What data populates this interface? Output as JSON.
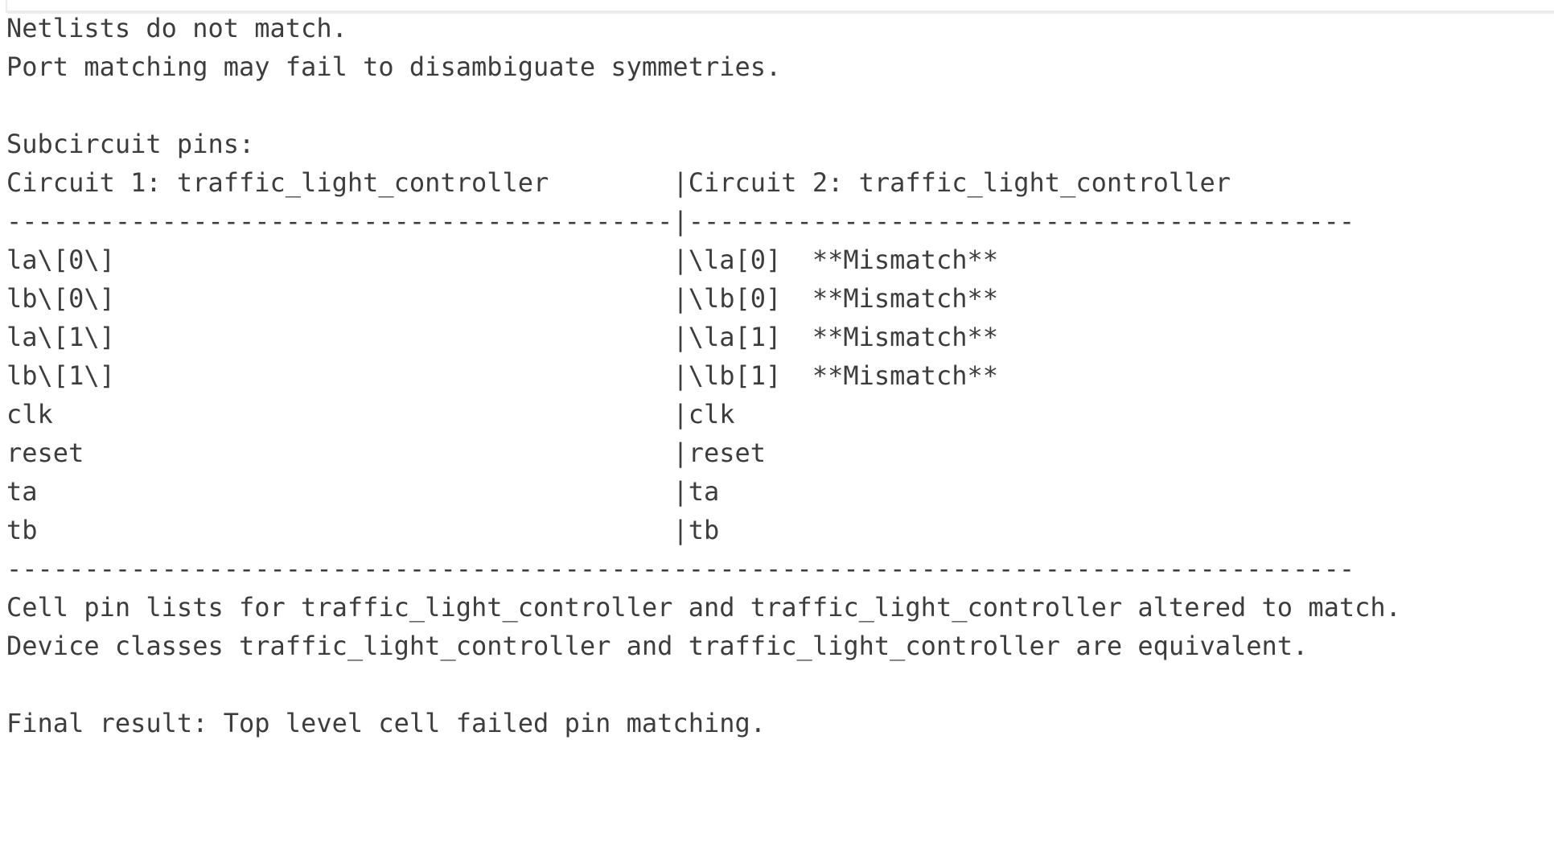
{
  "page": {
    "background_color": "#ffffff",
    "text_color": "#3d3d3d",
    "corner_line_color": "#ebebeb"
  },
  "report": {
    "summary_lines": [
      "Netlists do not match.",
      "Port matching may fail to disambiguate symmetries."
    ],
    "section_title": "Subcircuit pins:",
    "table": {
      "circuit1_header": "Circuit 1: traffic_light_controller",
      "circuit2_header": "Circuit 2: traffic_light_controller",
      "left_column_width": 43,
      "divider_char": "|",
      "separator_char": "-",
      "separator_left_count": 43,
      "separator_right_count": 43,
      "full_rule_count": 87,
      "status_gap_spaces": 2,
      "pin_rows": [
        {
          "circuit1": "la\\[0\\]",
          "circuit2": "\\la[0]",
          "status": "**Mismatch**"
        },
        {
          "circuit1": "lb\\[0\\]",
          "circuit2": "\\lb[0]",
          "status": "**Mismatch**"
        },
        {
          "circuit1": "la\\[1\\]",
          "circuit2": "\\la[1]",
          "status": "**Mismatch**"
        },
        {
          "circuit1": "lb\\[1\\]",
          "circuit2": "\\lb[1]",
          "status": "**Mismatch**"
        },
        {
          "circuit1": "clk",
          "circuit2": "clk",
          "status": ""
        },
        {
          "circuit1": "reset",
          "circuit2": "reset",
          "status": ""
        },
        {
          "circuit1": "ta",
          "circuit2": "ta",
          "status": ""
        },
        {
          "circuit1": "tb",
          "circuit2": "tb",
          "status": ""
        }
      ]
    },
    "footer_lines": [
      "Cell pin lists for traffic_light_controller and traffic_light_controller altered to match.",
      "Device classes traffic_light_controller and traffic_light_controller are equivalent.",
      "",
      "Final result: Top level cell failed pin matching."
    ]
  }
}
